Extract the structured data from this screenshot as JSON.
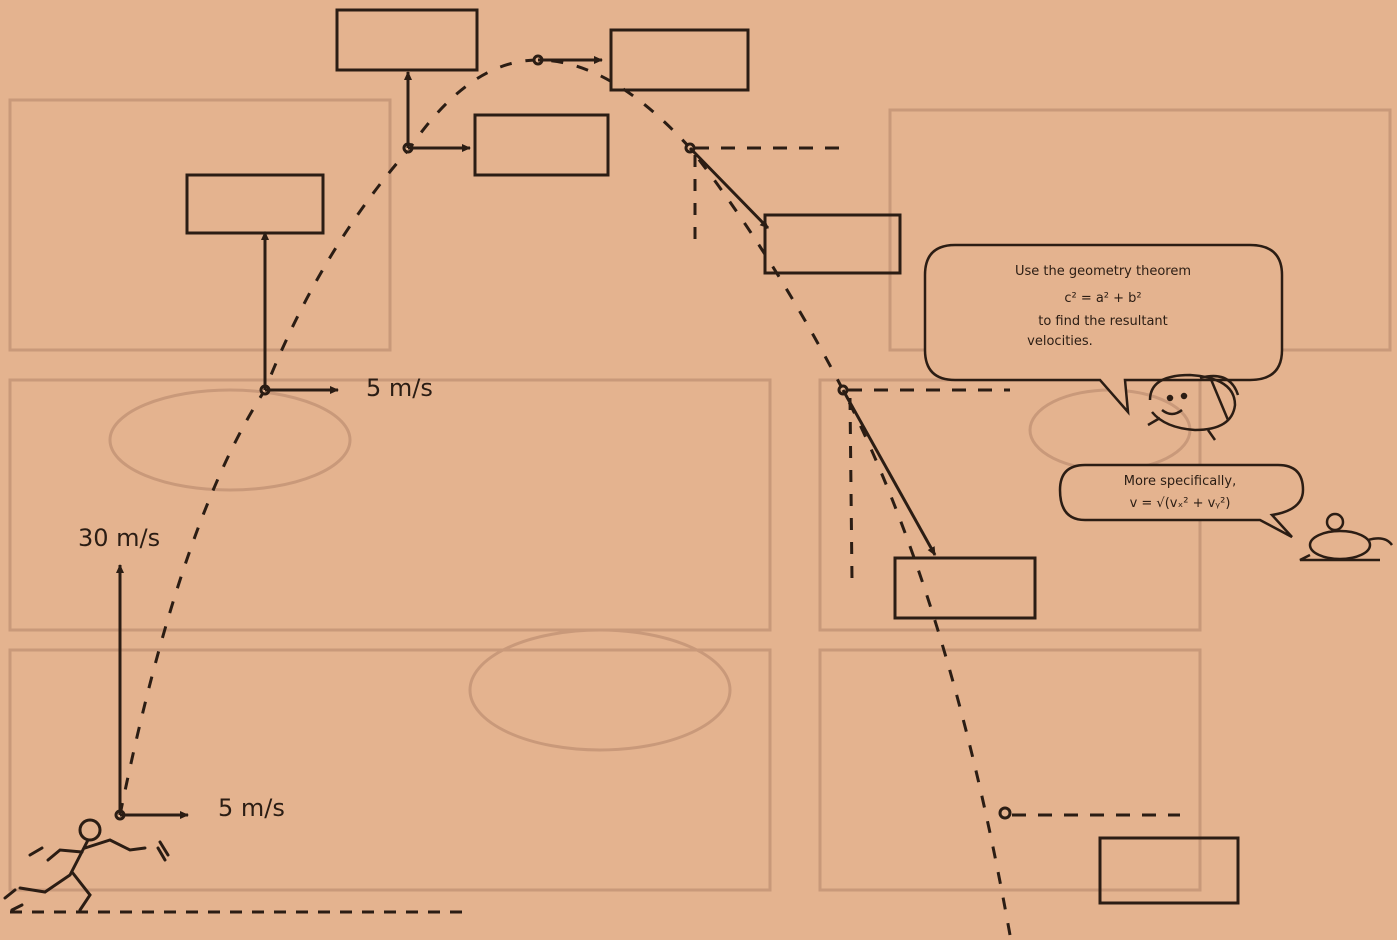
{
  "diagram": {
    "labels": {
      "v0_vertical": "30 m/s",
      "v0_horizontal": "5 m/s",
      "v1_horizontal": "5 m/s"
    },
    "bubble_1": {
      "line1": "Use the geometry theorem",
      "line2": "c² = a² + b²",
      "line3": "to find the resultant",
      "line4": "velocities."
    },
    "bubble_2": {
      "line1": "More specifically,",
      "line2": "v = √(vₓ² + vᵧ²)"
    }
  },
  "colors": {
    "paper": "#e4b38f",
    "ink": "#2b1d14",
    "faded": "#c9997a"
  }
}
